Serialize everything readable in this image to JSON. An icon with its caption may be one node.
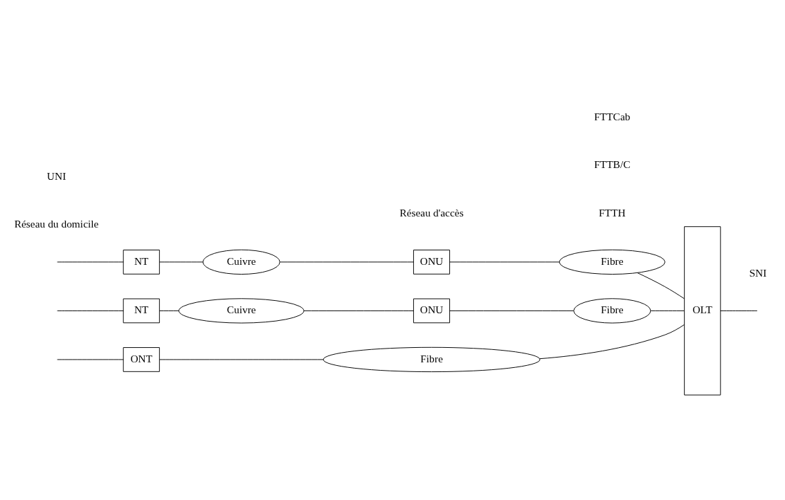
{
  "diagram": {
    "nodes": [
      {
        "text": [
          "ONT"
        ]
      },
      {
        "text": [
          "Fibre"
        ]
      },
      {
        "text": [
          "OLT"
        ]
      },
      {
        "text": [
          "NT"
        ]
      },
      {
        "text": [
          "Cuivre"
        ]
      },
      {
        "text": [
          "ONU"
        ]
      },
      {
        "text": [
          "Fibre"
        ]
      },
      {
        "text": [
          "NT"
        ]
      },
      {
        "text": [
          "Cuivre"
        ]
      },
      {
        "text": [
          "ONU"
        ]
      },
      {
        "text": [
          "Fibre"
        ]
      }
    ],
    "edges": [
      {
        "from": null,
        "to": 0,
        "arrow": "none"
      },
      {
        "from": 0,
        "to": 1,
        "arrow": "none"
      },
      {
        "from": 1,
        "to": 2,
        "arrow": "none"
      },
      {
        "from": null,
        "to": 3,
        "arrow": "none"
      },
      {
        "from": 3,
        "to": 4,
        "arrow": "none"
      },
      {
        "from": 4,
        "to": 5,
        "arrow": "none"
      },
      {
        "from": 5,
        "to": 6,
        "arrow": "none"
      },
      {
        "from": 6,
        "to": 2,
        "arrow": "none"
      },
      {
        "from": null,
        "to": 7,
        "arrow": "none"
      },
      {
        "from": 7,
        "to": 8,
        "arrow": "none"
      },
      {
        "from": 8,
        "to": 9,
        "arrow": "none"
      },
      {
        "from": 9,
        "to": 10,
        "arrow": "none"
      },
      {
        "from": 10,
        "to": 2,
        "arrow": "none"
      },
      {
        "from": 2,
        "to": null,
        "arrow": "none"
      }
    ],
    "labels": [
      "FTTH",
      "FTTB/C",
      "FTTCab",
      "Réseau du domicile",
      "Réseau d'accès",
      "UNI",
      "SNI"
    ]
  }
}
